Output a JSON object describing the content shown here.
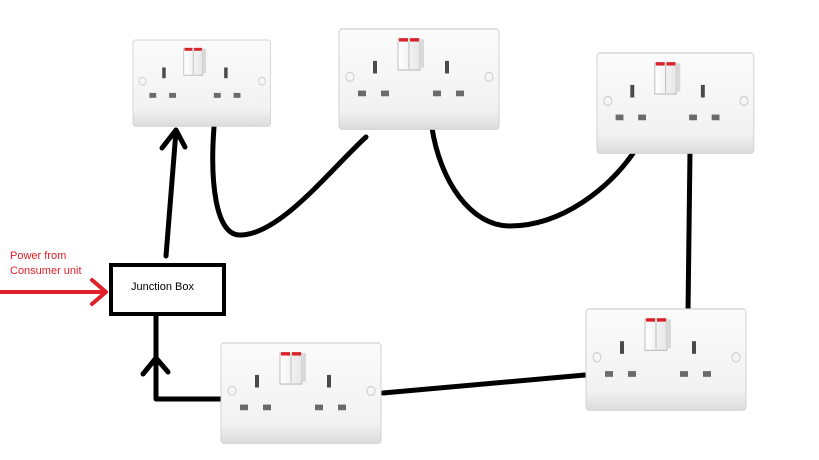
{
  "diagram": {
    "title": "Ring main circuit",
    "power_label_line1": "Power from",
    "power_label_line2": "Consumer unit",
    "junction_box_label": "Junction Box",
    "colors": {
      "power_arrow": "#e0202a",
      "wire": "#000000",
      "socket_face": "#f7f7f7",
      "switch_indicator": "#d8232a"
    },
    "sockets": [
      {
        "id": "socket-1",
        "name": "double socket top-left"
      },
      {
        "id": "socket-2",
        "name": "double socket top-middle"
      },
      {
        "id": "socket-3",
        "name": "double socket top-right"
      },
      {
        "id": "socket-4",
        "name": "double socket bottom-right"
      },
      {
        "id": "socket-5",
        "name": "double socket bottom-left"
      }
    ],
    "connections": [
      {
        "from": "power-source",
        "to": "junction-box"
      },
      {
        "from": "junction-box",
        "to": "socket-1"
      },
      {
        "from": "socket-1",
        "to": "socket-2"
      },
      {
        "from": "socket-2",
        "to": "socket-3"
      },
      {
        "from": "socket-3",
        "to": "socket-4"
      },
      {
        "from": "socket-4",
        "to": "socket-5"
      },
      {
        "from": "socket-5",
        "to": "junction-box"
      }
    ]
  }
}
